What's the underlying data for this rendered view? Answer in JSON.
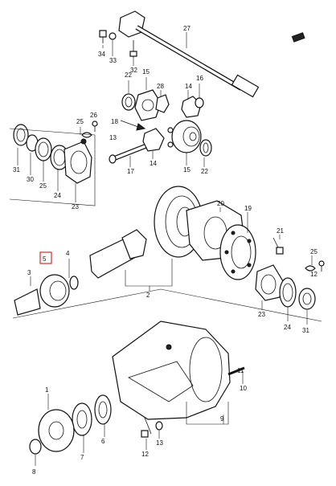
{
  "labels": {
    "l27": "27",
    "l34": "34",
    "l33": "33",
    "l32": "32",
    "l22a": "22",
    "l15a": "15",
    "l28": "28",
    "l14a": "14",
    "l16": "16",
    "l26": "26",
    "l25a": "25",
    "l18": "18",
    "l13": "13",
    "l31a": "31",
    "l30": "30",
    "l25b": "25",
    "l24a": "24",
    "l23": "23",
    "l17": "17",
    "l14b": "14",
    "l15b": "15",
    "l22b": "22",
    "l20": "20",
    "l19": "19",
    "l5": "5",
    "l4": "4",
    "l3": "3",
    "l2": "2",
    "l21": "21",
    "l25c": "25",
    "l12": "12",
    "l23b": "23",
    "l24b": "24",
    "l31b": "31",
    "l10": "10",
    "l1": "1",
    "l11": "11",
    "l9": "9",
    "l6": "6",
    "l7": "7",
    "l13b": "13",
    "l12b": "12",
    "l8": "8"
  },
  "colors": {
    "ink": "#111111",
    "highlight": "#d32f2f"
  }
}
